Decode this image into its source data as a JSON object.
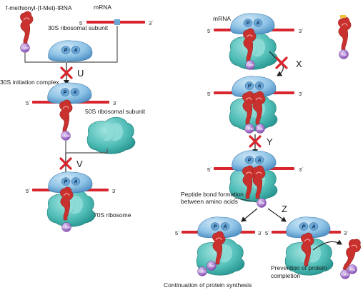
{
  "labels": {
    "fmet_trna": "f-methionyl-(f-Met)-tRNA",
    "mrna": "mRNA",
    "subunit_30s": "30S ribosomal subunit",
    "initiation_complex": "30S initiation complex",
    "subunit_50s": "50S ribosomal subunit",
    "ribosome_70s": "70S ribosome",
    "mrna_right": "mRNA",
    "peptide_bond_1": "Peptide bond formation",
    "peptide_bond_2": "between amino acids",
    "continuation": "Continuation of protein synthesis",
    "prevention_1": "Prevention of protein",
    "prevention_2": "completion"
  },
  "blocks": {
    "u": "U",
    "v": "V",
    "x": "X",
    "y": "Y",
    "z": "Z"
  },
  "sites": {
    "p": "P",
    "a": "A"
  },
  "ends": {
    "five": "5´",
    "three": "3´"
  },
  "amino_acids": {
    "fmet": "f-Met",
    "ala": "Ala"
  },
  "colors": {
    "ribosome_light": "#8ec3e6",
    "ribosome_large": "#4fbcb6",
    "mrna": "#d8262e",
    "trna": "#c8312d",
    "amino_acid": "#9b6ac4",
    "block_x": "#d8262e",
    "arrow": "#222222"
  }
}
